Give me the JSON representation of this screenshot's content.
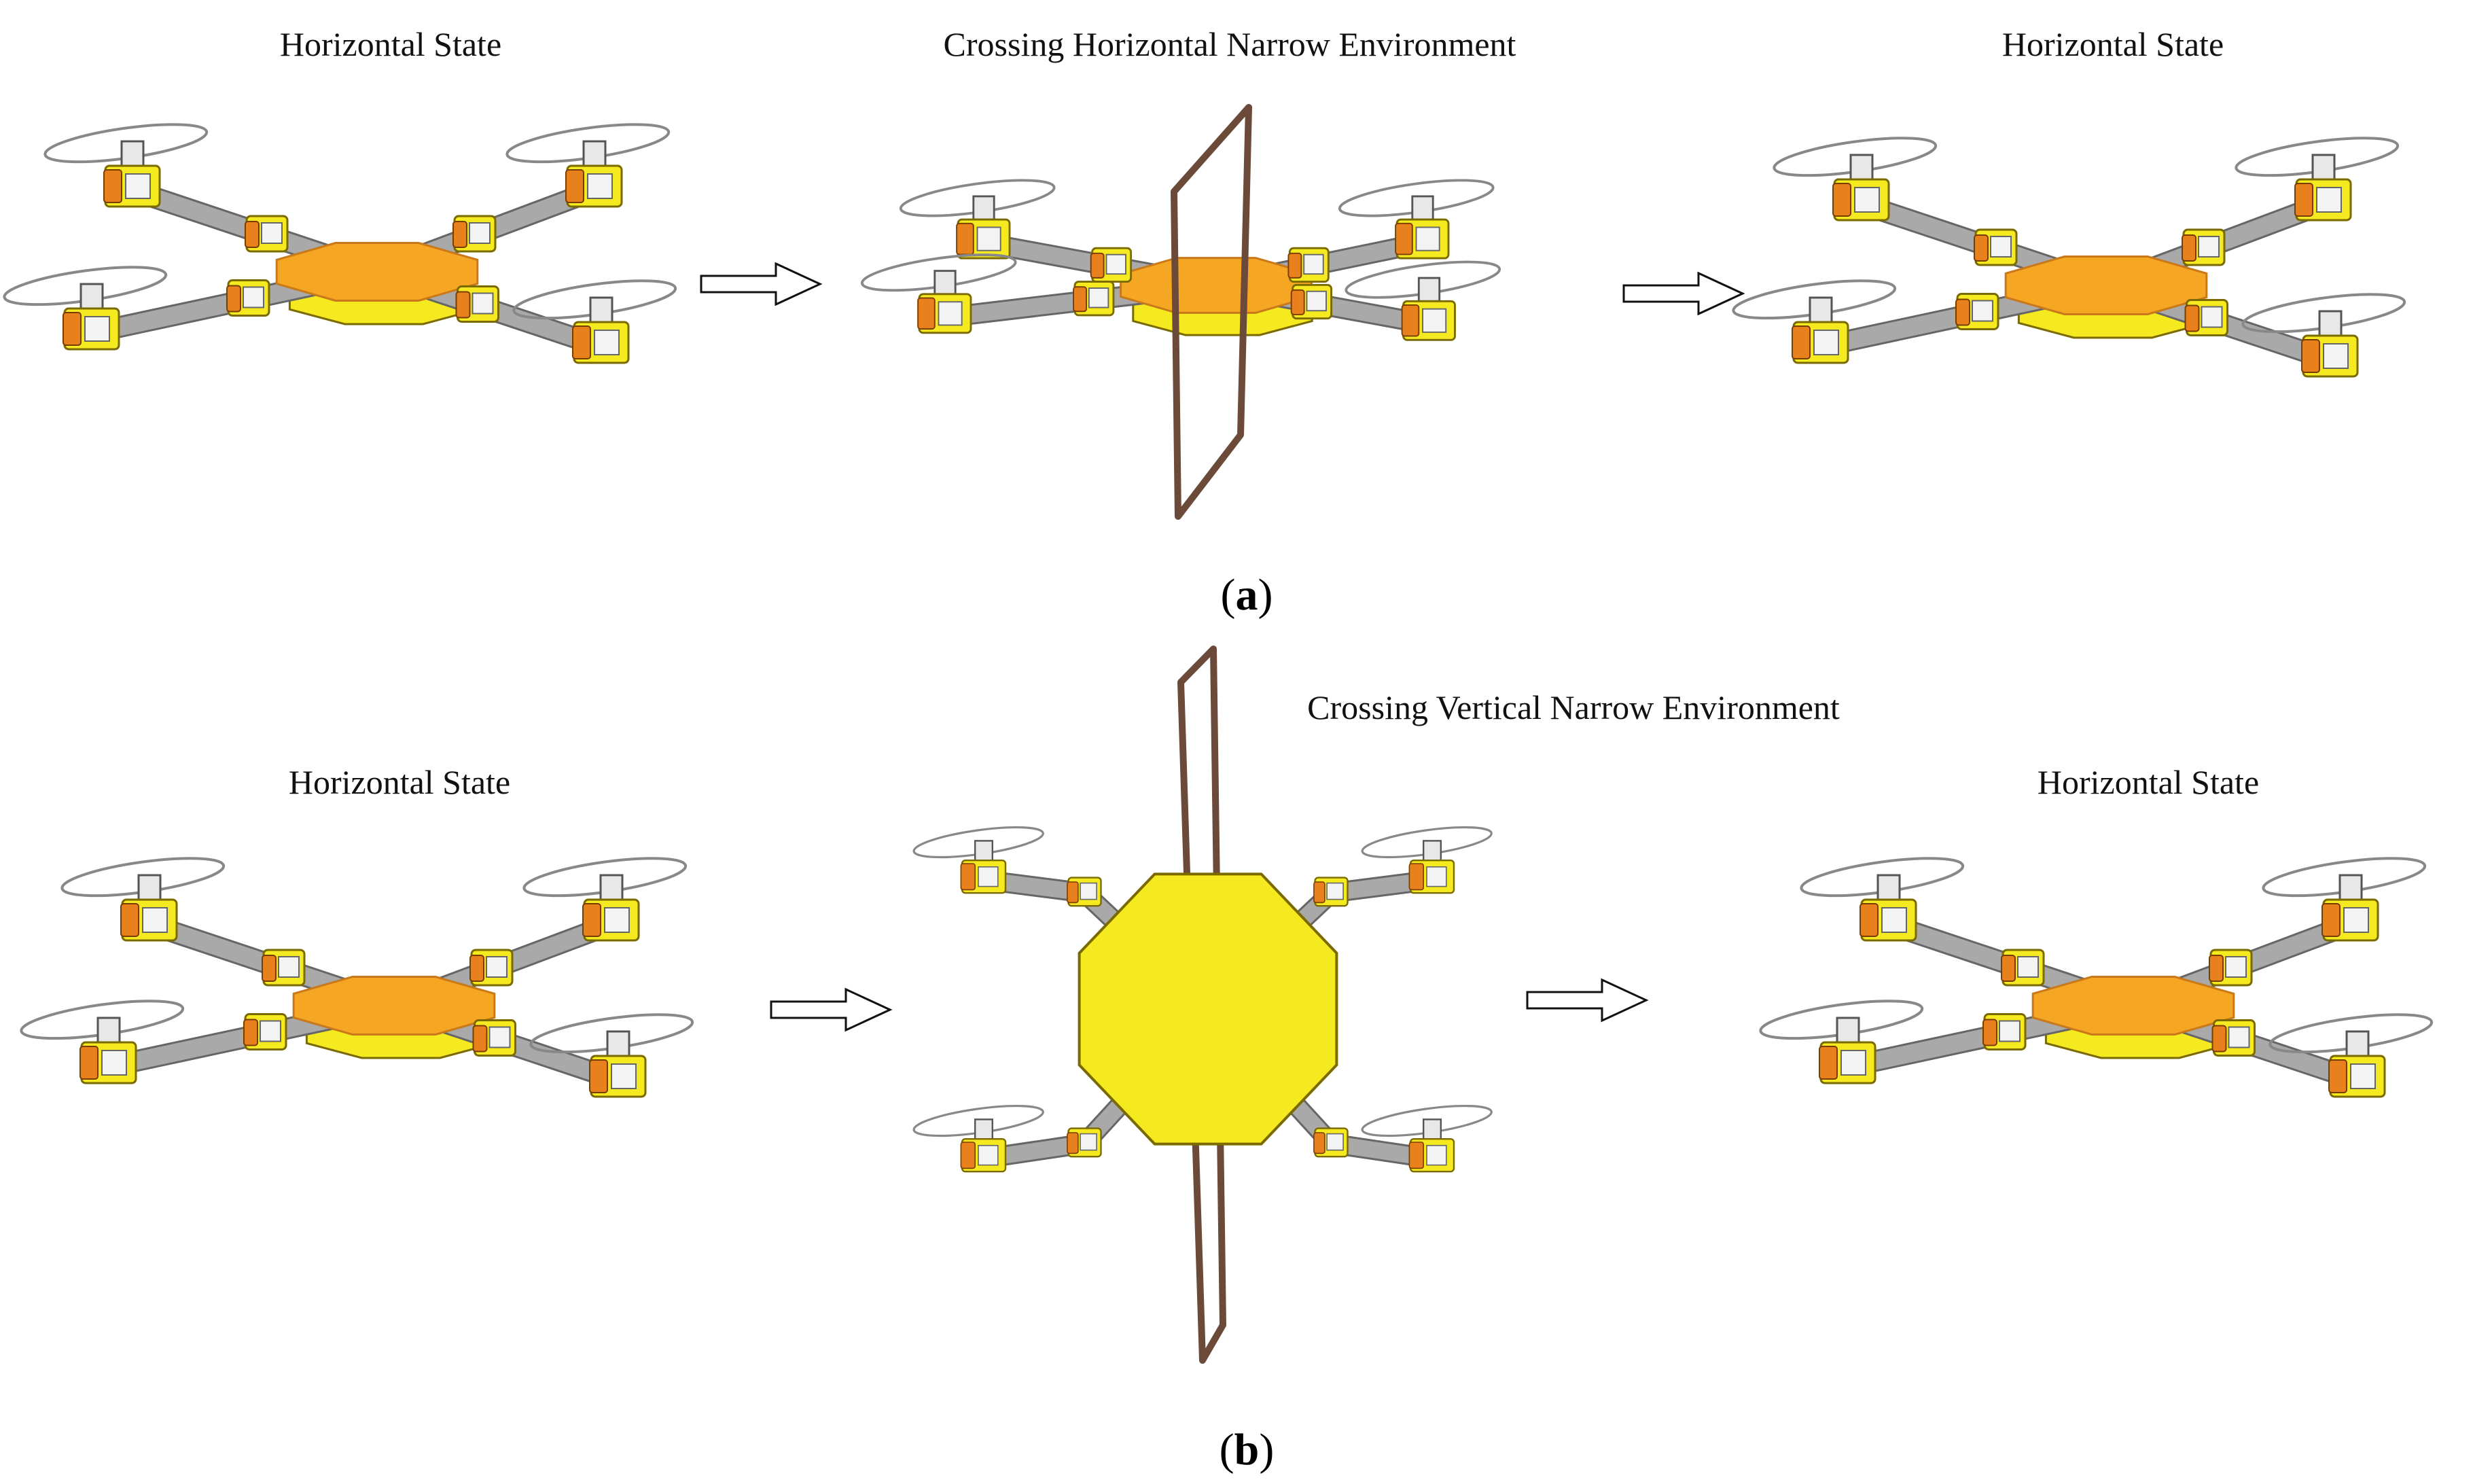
{
  "panel_a": {
    "left_label": "Horizontal State",
    "middle_label": "Crossing Horizontal Narrow Environment",
    "right_label": "Horizontal State",
    "caption_letter": "a"
  },
  "panel_b": {
    "left_label": "Horizontal State",
    "middle_label": "Crossing Vertical Narrow Environment",
    "right_label": "Horizontal State",
    "caption_letter": "b"
  },
  "colors": {
    "frame_plate": "#f5a623",
    "frame_plate_edge": "#c9781a",
    "motor_yellow": "#f4ea1f",
    "motor_orange": "#e8801e",
    "arm_gray": "#a9a9a9",
    "gate_brown": "#6b4a3a",
    "propeller": "#888888"
  }
}
